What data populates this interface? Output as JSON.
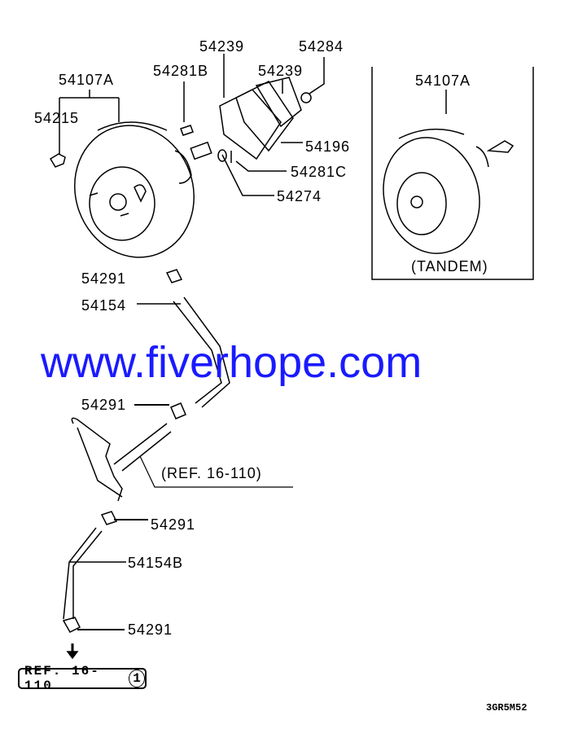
{
  "labels": {
    "p54239_a": "54239",
    "p54284": "54284",
    "p54281B": "54281B",
    "p54239_b": "54239",
    "p54107A_left": "54107A",
    "p54107A_right": "54107A",
    "p54215": "54215",
    "p54196": "54196",
    "p54281C": "54281C",
    "p54274": "54274",
    "tandem": "(TANDEM)",
    "p54291_a": "54291",
    "p54154": "54154",
    "p54291_b": "54291",
    "ref_inline": "(REF. 16-110)",
    "p54291_c": "54291",
    "p54154B": "54154B",
    "p54291_d": "54291"
  },
  "watermark": "www.fiverhope.com",
  "ref_box": {
    "text": "REF. 16-110",
    "circled": "1"
  },
  "diagram_code": "3GR5M52"
}
